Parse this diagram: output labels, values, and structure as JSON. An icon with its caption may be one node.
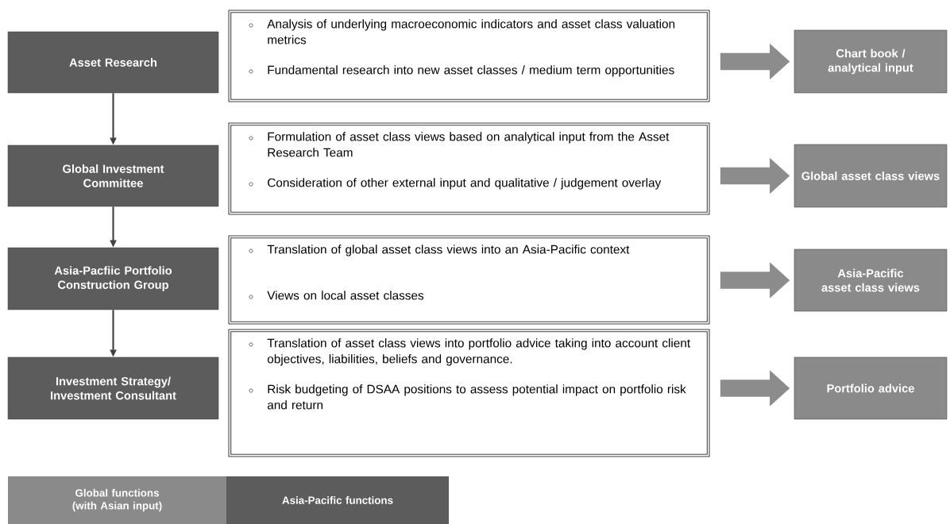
{
  "diagram": {
    "nodes": [
      {
        "text": [
          "Asset Research"
        ]
      },
      {
        "text": [
          "Global Investment Committee"
        ]
      },
      {
        "text": [
          "Asia-Pacfiic Portfolio Construction Group"
        ]
      },
      {
        "text": [
          "Investment Strategy/ Investment Consultant"
        ]
      },
      {
        "text": [
          "Analysis of underlying macroeconomic indicators and asset class valuation metrics",
          "Fundamental research into new asset classes / medium term opportunities"
        ]
      },
      {
        "text": [
          "Formulation of asset class views based on analytical input from the Asset Research Team",
          "Consideration of other external input and qualitative / judgement overlay"
        ]
      },
      {
        "text": [
          "Translation of global asset class views into an Asia-Pacific context",
          "Views on local asset classes"
        ]
      },
      {
        "text": [
          "Translation of asset class views into portfolio advice taking into account client objectives, liabilities, beliefs and governance.",
          "Risk budgeting of DSAA positions to assess potential impact on portfolio risk and return"
        ]
      },
      {
        "text": [
          "Chart book / analytical input"
        ]
      },
      {
        "text": [
          "Global asset class views"
        ]
      },
      {
        "text": [
          "Asia-Pacific asset class views"
        ]
      },
      {
        "text": [
          "Portfolio advice"
        ]
      }
    ],
    "edges": [
      {
        "from": 0,
        "to": 1,
        "arrow": "to"
      },
      {
        "from": 1,
        "to": 2,
        "arrow": "to"
      },
      {
        "from": 2,
        "to": 3,
        "arrow": "to"
      },
      {
        "from": 4,
        "to": 8,
        "arrow": "to",
        "color": "#8c8c8c"
      },
      {
        "from": 5,
        "to": 9,
        "arrow": "to",
        "color": "#8c8c8c"
      },
      {
        "from": 6,
        "to": 10,
        "arrow": "to",
        "color": "#8c8c8c"
      },
      {
        "from": 7,
        "to": 11,
        "arrow": "to",
        "color": "#8c8c8c"
      }
    ],
    "legend": [
      {
        "text": "Global functions (with Asian input)",
        "color": "#8a8a8a"
      },
      {
        "text": "Asia-Pacific functions",
        "color": "#5c5c5c"
      }
    ]
  }
}
